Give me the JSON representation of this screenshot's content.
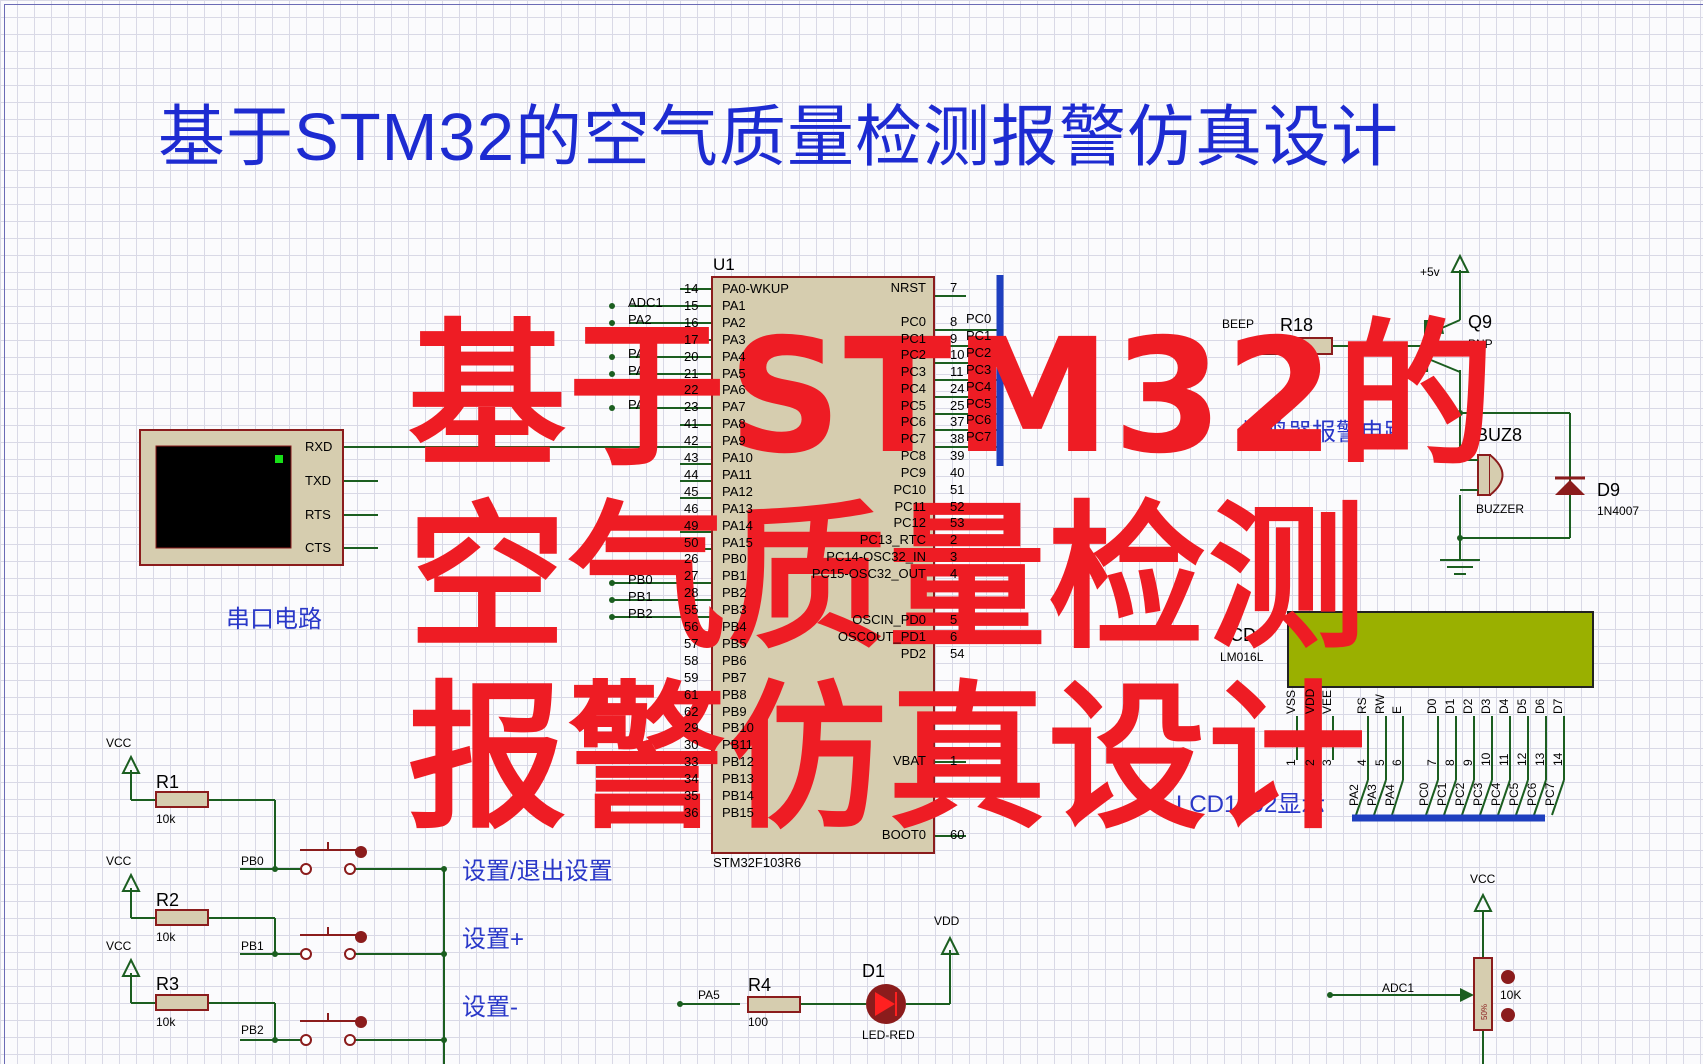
{
  "title": "基于STM32的空气质量检测报警仿真设计",
  "overlay": {
    "line1": "基于STM32的",
    "line2": "空气质量检测",
    "line3": "报警仿真设计"
  },
  "mcu": {
    "ref": "U1",
    "part": "STM32F103R6",
    "left_pins": [
      {
        "num": "14",
        "name": "PA0-WKUP"
      },
      {
        "num": "15",
        "name": "PA1"
      },
      {
        "num": "16",
        "name": "PA2"
      },
      {
        "num": "17",
        "name": "PA3"
      },
      {
        "num": "20",
        "name": "PA4"
      },
      {
        "num": "21",
        "name": "PA5"
      },
      {
        "num": "22",
        "name": "PA6"
      },
      {
        "num": "23",
        "name": "PA7"
      },
      {
        "num": "41",
        "name": "PA8"
      },
      {
        "num": "42",
        "name": "PA9"
      },
      {
        "num": "43",
        "name": "PA10"
      },
      {
        "num": "44",
        "name": "PA11"
      },
      {
        "num": "45",
        "name": "PA12"
      },
      {
        "num": "46",
        "name": "PA13"
      },
      {
        "num": "49",
        "name": "PA14"
      },
      {
        "num": "50",
        "name": "PA15"
      },
      {
        "num": "26",
        "name": "PB0"
      },
      {
        "num": "27",
        "name": "PB1"
      },
      {
        "num": "28",
        "name": "PB2"
      },
      {
        "num": "55",
        "name": "PB3"
      },
      {
        "num": "56",
        "name": "PB4"
      },
      {
        "num": "57",
        "name": "PB5"
      },
      {
        "num": "58",
        "name": "PB6"
      },
      {
        "num": "59",
        "name": "PB7"
      },
      {
        "num": "61",
        "name": "PB8"
      },
      {
        "num": "62",
        "name": "PB9"
      },
      {
        "num": "29",
        "name": "PB10"
      },
      {
        "num": "30",
        "name": "PB11"
      },
      {
        "num": "33",
        "name": "PB12"
      },
      {
        "num": "34",
        "name": "PB13"
      },
      {
        "num": "35",
        "name": "PB14"
      },
      {
        "num": "36",
        "name": "PB15"
      }
    ],
    "right_pins": [
      {
        "num": "7",
        "name": "NRST"
      },
      {
        "num": "8",
        "name": "PC0"
      },
      {
        "num": "9",
        "name": "PC1"
      },
      {
        "num": "10",
        "name": "PC2"
      },
      {
        "num": "11",
        "name": "PC3"
      },
      {
        "num": "24",
        "name": "PC4"
      },
      {
        "num": "25",
        "name": "PC5"
      },
      {
        "num": "37",
        "name": "PC6"
      },
      {
        "num": "38",
        "name": "PC7"
      },
      {
        "num": "39",
        "name": "PC8"
      },
      {
        "num": "40",
        "name": "PC9"
      },
      {
        "num": "51",
        "name": "PC10"
      },
      {
        "num": "52",
        "name": "PC11"
      },
      {
        "num": "53",
        "name": "PC12"
      },
      {
        "num": "2",
        "name": "PC13_RTC"
      },
      {
        "num": "3",
        "name": "PC14-OSC32_IN"
      },
      {
        "num": "4",
        "name": "PC15-OSC32_OUT"
      },
      {
        "num": "5",
        "name": "OSCIN_PD0"
      },
      {
        "num": "6",
        "name": "OSCOUT_PD1"
      },
      {
        "num": "54",
        "name": "PD2"
      },
      {
        "num": "1",
        "name": "VBAT"
      },
      {
        "num": "60",
        "name": "BOOT0"
      }
    ],
    "net_labels": [
      "ADC1",
      "PA2",
      "PA4",
      "PA5",
      "PA7",
      "PB0",
      "PB1",
      "PB2"
    ],
    "pc_bus_labels": [
      "PC0",
      "PC1",
      "PC2",
      "PC3",
      "PC4",
      "PC5",
      "PC6",
      "PC7"
    ]
  },
  "serial": {
    "pins": [
      "RXD",
      "TXD",
      "RTS",
      "CTS"
    ],
    "caption": "串口电路"
  },
  "buzzer": {
    "net": "BEEP",
    "resistor": "R18",
    "transistor": "Q9",
    "transistor_type": "PNP",
    "supply": "+5v",
    "ref": "BUZ8",
    "type": "BUZZER",
    "diode": "D9",
    "diode_type": "1N4007",
    "caption": "蜂鸣器报警电路"
  },
  "lcd": {
    "ref": "LCD1",
    "part": "LM016L",
    "pins": [
      {
        "name": "VSS",
        "num": "1"
      },
      {
        "name": "VDD",
        "num": "2"
      },
      {
        "name": "VEE",
        "num": "3"
      },
      {
        "name": "RS",
        "num": "4"
      },
      {
        "name": "RW",
        "num": "5"
      },
      {
        "name": "E",
        "num": "6"
      },
      {
        "name": "D0",
        "num": "7"
      },
      {
        "name": "D1",
        "num": "8"
      },
      {
        "name": "D2",
        "num": "9"
      },
      {
        "name": "D3",
        "num": "10"
      },
      {
        "name": "D4",
        "num": "11"
      },
      {
        "name": "D5",
        "num": "12"
      },
      {
        "name": "D6",
        "num": "13"
      },
      {
        "name": "D7",
        "num": "14"
      }
    ],
    "nets": [
      "PA2",
      "PA3",
      "PA4",
      "PC0",
      "PC1",
      "PC2",
      "PC3",
      "PC4",
      "PC5",
      "PC6",
      "PC7"
    ],
    "caption": "LCD1602显示"
  },
  "buttons": {
    "supply": "VCC",
    "rows": [
      {
        "res": "R1",
        "val": "10k",
        "net": "PB0",
        "label": "设置/退出设置"
      },
      {
        "res": "R2",
        "val": "10k",
        "net": "PB1",
        "label": "设置+"
      },
      {
        "res": "R3",
        "val": "10k",
        "net": "PB2",
        "label": "设置-"
      }
    ]
  },
  "led": {
    "net": "PA5",
    "resistor": "R4",
    "value": "100",
    "ref": "D1",
    "type": "LED-RED",
    "supply": "VDD"
  },
  "pot": {
    "supply": "VCC",
    "net": "ADC1",
    "value": "10K",
    "percent": "50%"
  },
  "colors": {
    "title": "#1d2bd1",
    "overlay": "#ee1c24",
    "wire": "#1b5e20",
    "component_body": "#d6cdaf",
    "component_border": "#8b1c1c",
    "lcd_screen": "#9ab000",
    "bus": "#1e3fbf"
  }
}
